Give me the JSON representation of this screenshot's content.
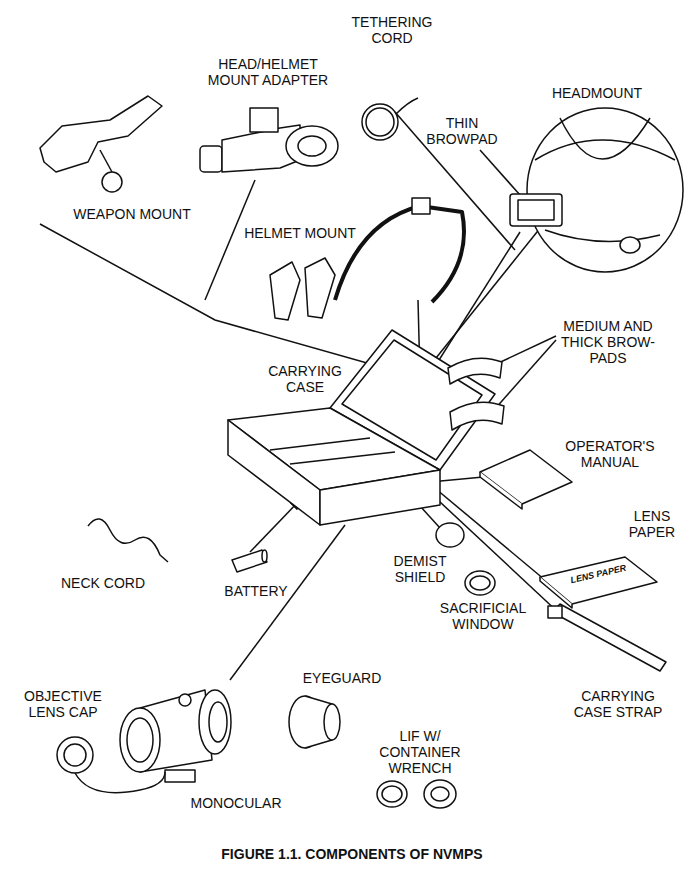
{
  "diagram": {
    "caption": "FIGURE 1.1. COMPONENTS OF NVMPS",
    "labels": [
      "TETHERING CORD",
      "HEAD/HELMET MOUNT ADAPTER",
      "HEADMOUNT",
      "THIN BROWPAD",
      "WEAPON MOUNT",
      "HELMET MOUNT",
      "MEDIUM AND THICK BROW-PADS",
      "CARRYING CASE",
      "OPERATOR'S MANUAL",
      "LENS PAPER",
      "NECK CORD",
      "BATTERY",
      "DEMIST SHIELD",
      "SACRIFICIAL WINDOW",
      "OBJECTIVE LENS CAP",
      "EYEGUARD",
      "LIF W/ CONTAINER WRENCH",
      "CARRYING CASE STRAP",
      "MONOCULAR",
      "LENS PAPER"
    ]
  }
}
